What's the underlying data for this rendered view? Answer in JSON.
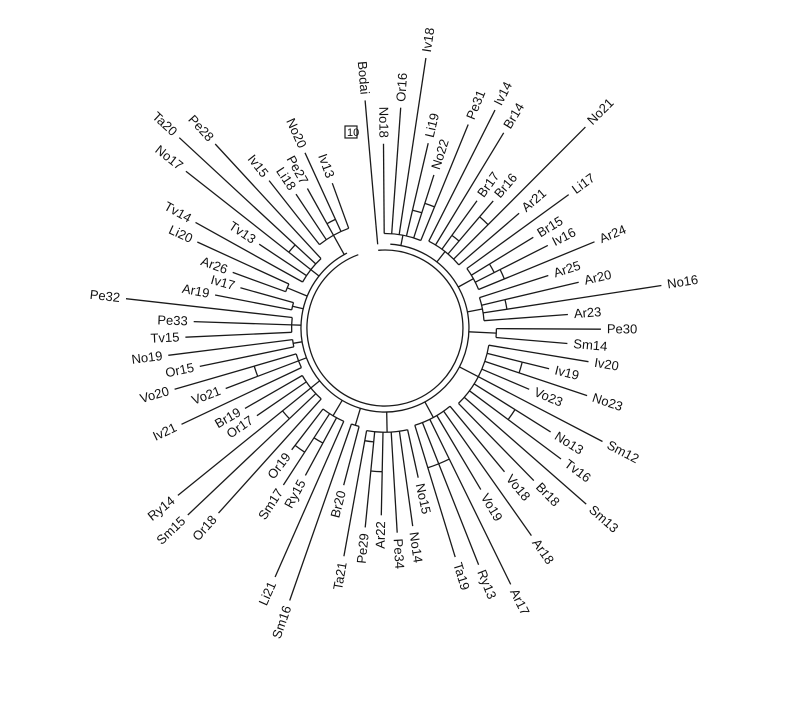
{
  "tree": {
    "scale_label": "10",
    "root_branch_label": "Bodai",
    "leaves": [
      "Bodai",
      "No18",
      "Or16",
      "Iv18",
      "Li19",
      "No22",
      "Pe31",
      "Iv14",
      "Br14",
      "Br17",
      "Br16",
      "No21",
      "Ar21",
      "Li17",
      "Br15",
      "Iv16",
      "Ar24",
      "Ar25",
      "Ar20",
      "No16",
      "Ar23",
      "Pe30",
      "Sm14",
      "Iv20",
      "Iv19",
      "No23",
      "Vo23",
      "Sm12",
      "No13",
      "Tv16",
      "Sm13",
      "Br18",
      "Vo18",
      "Ar18",
      "Vo19",
      "Ar17",
      "Ry13",
      "Ta19",
      "No15",
      "No14",
      "Pe34",
      "Ar22",
      "Pe29",
      "Ta21",
      "Br20",
      "Sm16",
      "Li21",
      "Ry15",
      "Sm17",
      "Or19",
      "Or18",
      "Sm15",
      "Ry14",
      "Or17",
      "Br19",
      "Iv21",
      "Vo21",
      "Vo20",
      "Or15",
      "No19",
      "Tv15",
      "Pe33",
      "Pe32",
      "Ar19",
      "Iv17",
      "Ar26",
      "Li20",
      "Tv14",
      "Tv13",
      "No17",
      "Ta20",
      "Pe28",
      "Iv15",
      "Li18",
      "Pe27",
      "No20",
      "Iv13"
    ]
  }
}
